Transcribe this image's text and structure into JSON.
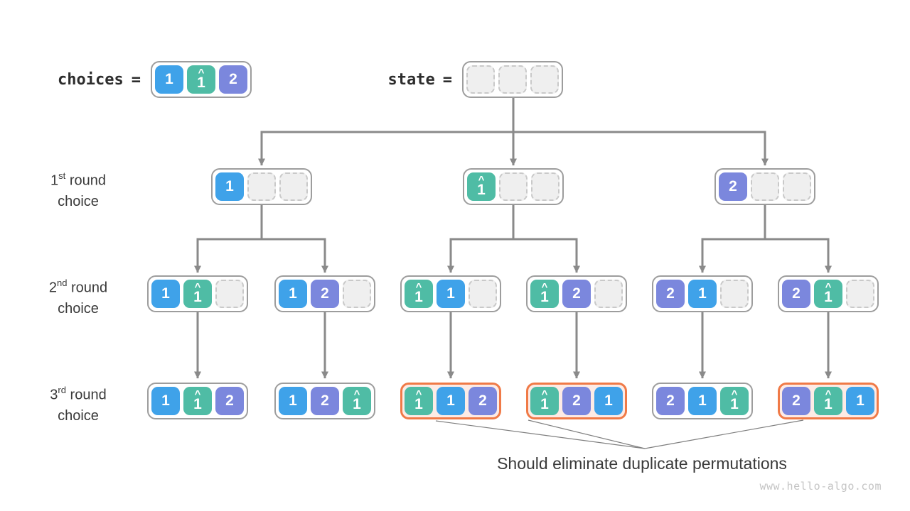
{
  "site_credit": "www.hello-algo.com",
  "note": "Should eliminate duplicate permutations",
  "legend": {
    "choices_label": "choices",
    "choices_eq": "=",
    "choices_cells": [
      "1",
      "1h",
      "2"
    ],
    "state_label": "state",
    "state_eq": "=",
    "state_cells": [
      null,
      null,
      null
    ]
  },
  "row_labels": [
    {
      "num": "1",
      "sup": "st",
      "rest": " round",
      "line2": "choice"
    },
    {
      "num": "2",
      "sup": "nd",
      "rest": " round",
      "line2": "choice"
    },
    {
      "num": "3",
      "sup": "rd",
      "rest": " round",
      "line2": "choice"
    }
  ],
  "cell_tokens": {
    "1": "1",
    "1h": "1",
    "2": "2",
    "hat_mark": "^"
  },
  "colors": {
    "one": "#3fa2e9",
    "one_hat": "#4fbca5",
    "two": "#7b87dd",
    "highlight_border": "#f07a47",
    "highlight_fill": "#fdebe5",
    "connector": "#8a8a8a"
  },
  "tree": {
    "level1": [
      {
        "cells": [
          "1",
          null,
          null
        ]
      },
      {
        "cells": [
          "1h",
          null,
          null
        ]
      },
      {
        "cells": [
          "2",
          null,
          null
        ]
      }
    ],
    "level2": [
      {
        "cells": [
          "1",
          "1h",
          null
        ]
      },
      {
        "cells": [
          "1",
          "2",
          null
        ]
      },
      {
        "cells": [
          "1h",
          "1",
          null
        ]
      },
      {
        "cells": [
          "1h",
          "2",
          null
        ]
      },
      {
        "cells": [
          "2",
          "1",
          null
        ]
      },
      {
        "cells": [
          "2",
          "1h",
          null
        ]
      }
    ],
    "level3": [
      {
        "cells": [
          "1",
          "1h",
          "2"
        ]
      },
      {
        "cells": [
          "1",
          "2",
          "1h"
        ]
      },
      {
        "cells": [
          "1h",
          "1",
          "2"
        ],
        "highlight": true
      },
      {
        "cells": [
          "1h",
          "2",
          "1"
        ],
        "highlight": true
      },
      {
        "cells": [
          "2",
          "1",
          "1h"
        ]
      },
      {
        "cells": [
          "2",
          "1h",
          "1"
        ],
        "highlight": true
      }
    ]
  }
}
